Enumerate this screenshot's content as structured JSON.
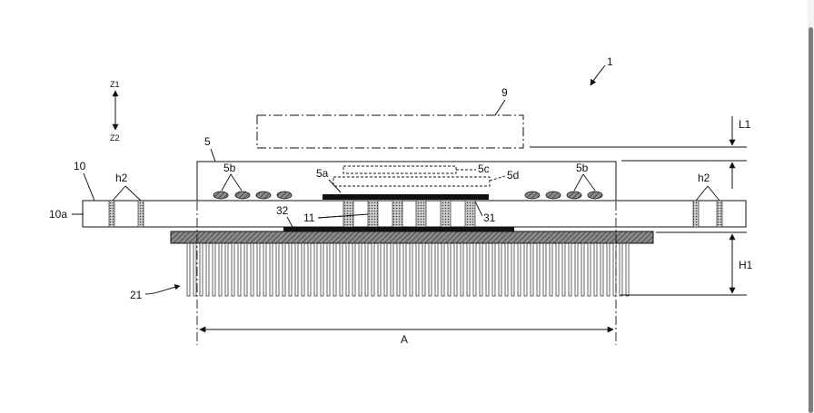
{
  "figure": {
    "labels": {
      "device": "1",
      "axis_top": "Z1",
      "axis_bottom": "Z2",
      "part_9": "9",
      "part_5": "5",
      "part_10": "10",
      "part_10a": "10a",
      "h2_left": "h2",
      "h2_right": "h2",
      "part_5b_left": "5b",
      "part_5b_right": "5b",
      "part_5a": "5a",
      "part_5c": "5c",
      "part_5d": "5d",
      "part_32": "32",
      "part_11": "11",
      "part_31": "31",
      "part_21": "21",
      "dim_L1": "L1",
      "dim_H1": "H1",
      "dim_A": "A"
    }
  },
  "colors": {
    "line": "#111111",
    "hatch_fill": "#6a6a6a",
    "solder_fill": "#9a9a9a"
  }
}
